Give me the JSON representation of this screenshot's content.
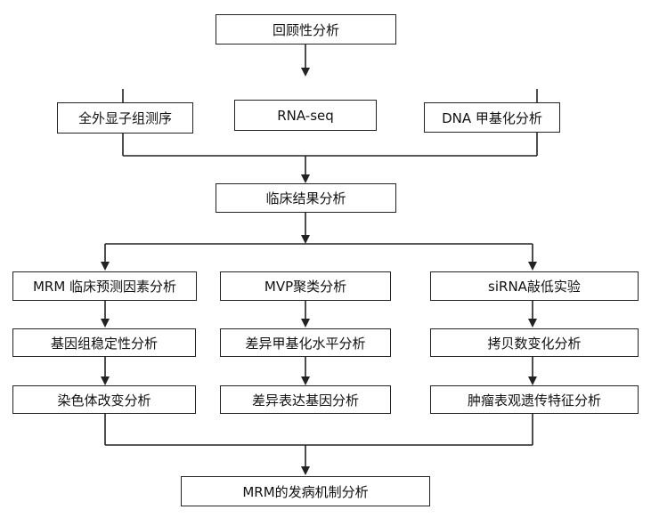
{
  "flowchart": {
    "top": "回顾性分析",
    "sequencing": [
      "全外显子组测序",
      "RNA-seq",
      "DNA 甲基化分析"
    ],
    "clinical": "临床结果分析",
    "columns": [
      [
        "MRM 临床预测因素分析",
        "基因组稳定性分析",
        "染色体改变分析"
      ],
      [
        "MVP聚类分析",
        "差异甲基化水平分析",
        "差异表达基因分析"
      ],
      [
        "siRNA敲低实验",
        "拷贝数变化分析",
        "肿瘤表观遗传特征分析"
      ]
    ],
    "bottom": "MRM的发病机制分析"
  }
}
